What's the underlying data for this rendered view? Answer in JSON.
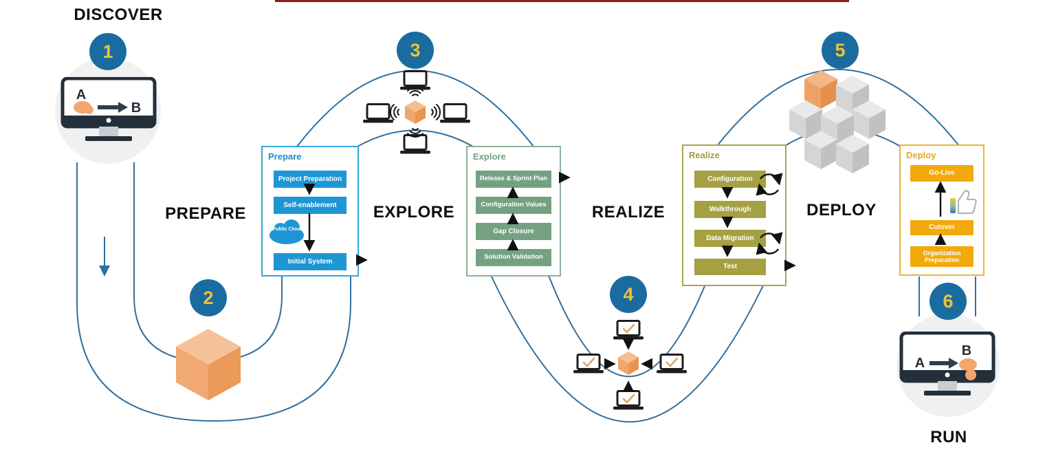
{
  "top_line": {
    "color": "#8E1F14"
  },
  "journey": {
    "stages": [
      {
        "label": "DISCOVER",
        "number": "1"
      },
      {
        "label": "PREPARE",
        "number": "2"
      },
      {
        "label": "EXPLORE",
        "number": "3"
      },
      {
        "label": "REALIZE",
        "number": "4"
      },
      {
        "label": "DEPLOY",
        "number": "5"
      },
      {
        "label": "RUN",
        "number": "6"
      }
    ]
  },
  "boxes": {
    "prepare": {
      "title": "Prepare",
      "accent": "#1E96D4",
      "items": [
        "Project Preparation",
        "Self-enablement",
        "Initial System"
      ],
      "cloud_label": "Public Cloud"
    },
    "explore": {
      "title": "Explore",
      "accent": "#74A182",
      "items": [
        "Release & Sprint Plan",
        "Configuration Values",
        "Gap Closure",
        "Solution Validation"
      ]
    },
    "realize": {
      "title": "Realize",
      "accent": "#A5A042",
      "items": [
        "Configuration",
        "Walkthrough",
        "Data Migration",
        "Test"
      ]
    },
    "deploy": {
      "title": "Deploy",
      "accent": "#F2A90C",
      "items": [
        "Go-Live",
        "Cutover",
        "Organization Preparation"
      ]
    }
  },
  "monitors": {
    "discover": {
      "from": "A",
      "to": "B"
    },
    "run": {
      "from": "A",
      "to": "B"
    }
  },
  "colors": {
    "path_line": "#2E6F9F",
    "stage_circle": "#1A6CA0",
    "stage_number": "#F1C232",
    "cube_orange": "#F0A669"
  }
}
